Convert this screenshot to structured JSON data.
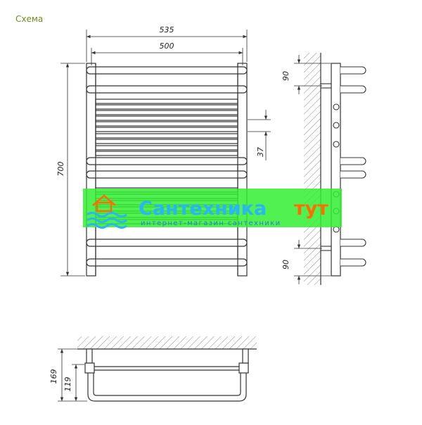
{
  "page": {
    "title": "Схема"
  },
  "dimensions": {
    "overall_width": "535",
    "inner_width": "500",
    "height": "700",
    "rung_spacing": "37",
    "side_top_offset": "90",
    "side_bottom_offset": "90",
    "plan_depth_total": "169",
    "plan_depth_inner": "119"
  },
  "watermark": {
    "brand_main": "Сантехника",
    "brand_accent": "тут",
    "tagline": "интернет-магазин сантехники",
    "colors": {
      "band": "#33ee33",
      "brand": "#29b6f6",
      "accent": "#ff6d00",
      "tagline": "#2a7fd4"
    }
  },
  "colors": {
    "line": "#333333",
    "hatch": "#777777",
    "title": "#6b8e23"
  }
}
